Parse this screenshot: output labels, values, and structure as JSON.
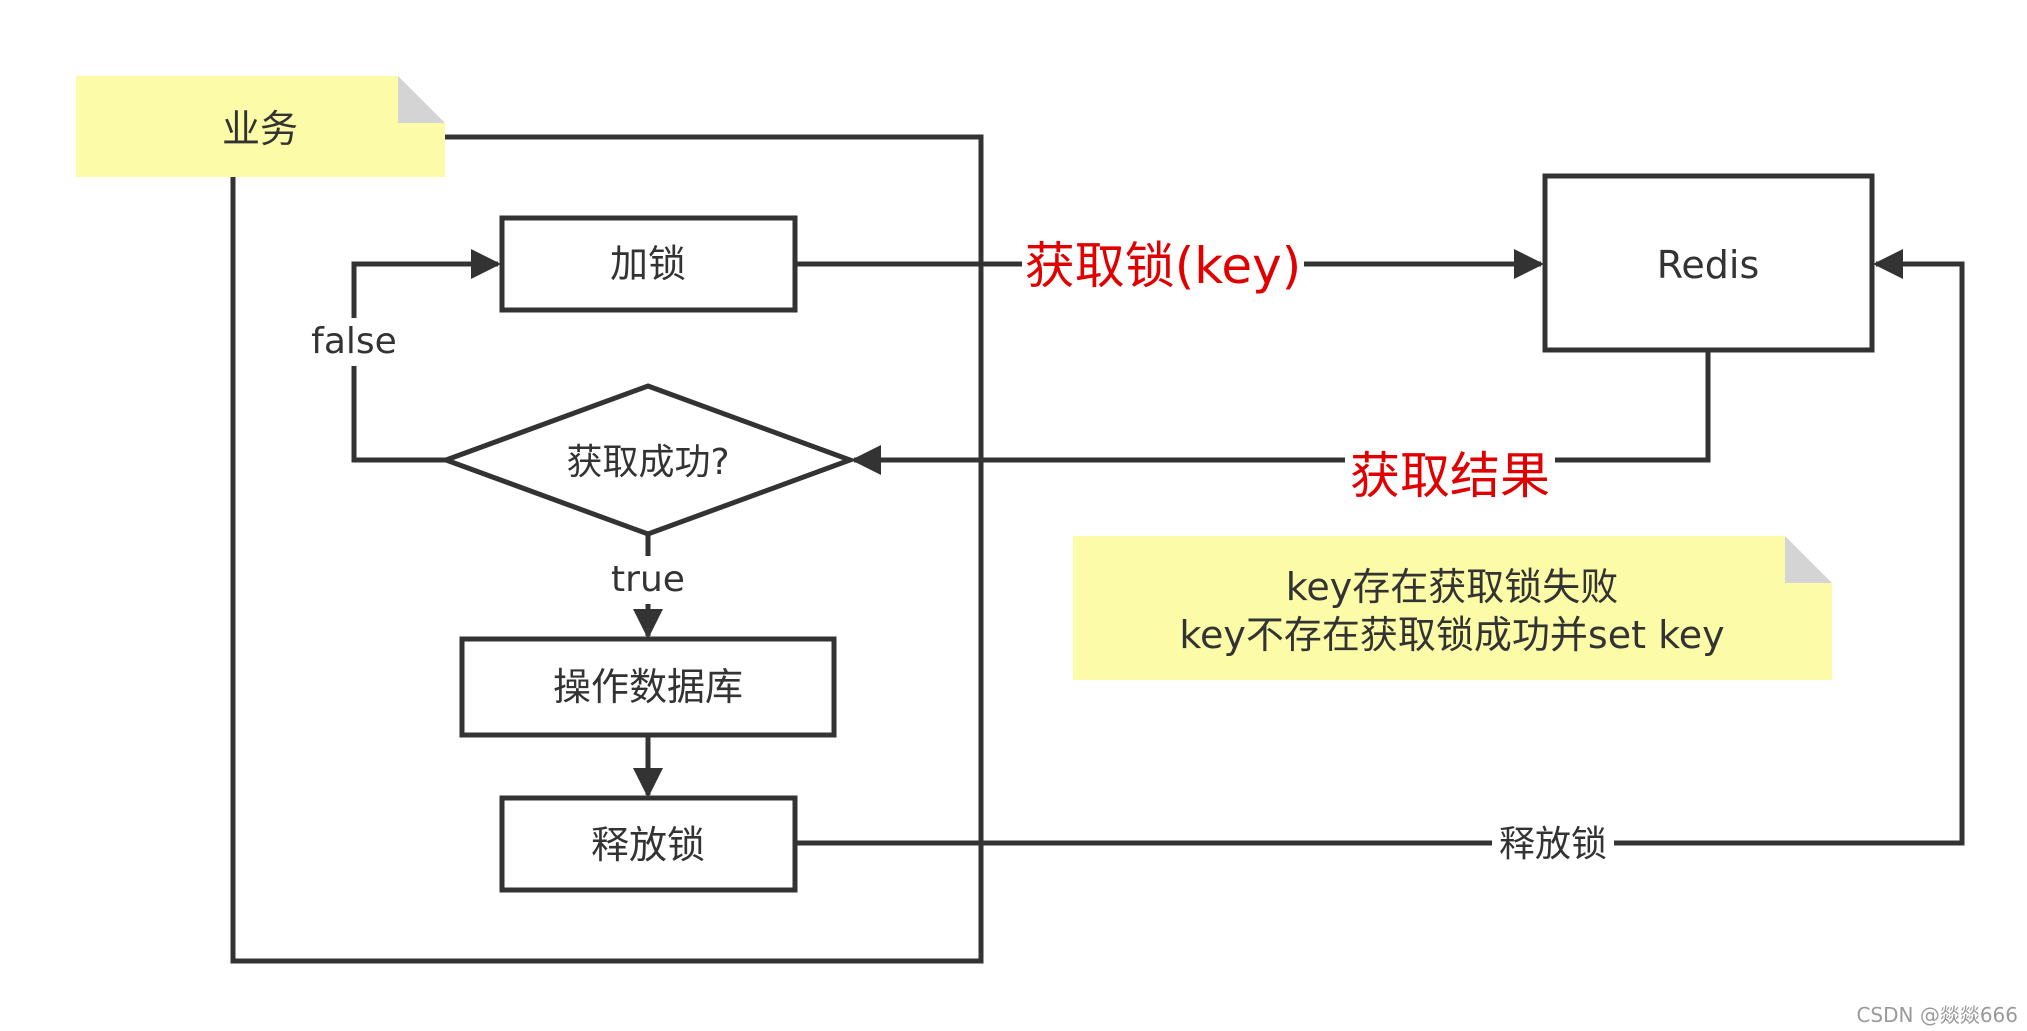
{
  "business_note": {
    "text": "业务",
    "color": "#fbfba8"
  },
  "nodes": {
    "lock": "加锁",
    "decision": "获取成功?",
    "db": "操作数据库",
    "release": "释放锁",
    "redis": "Redis"
  },
  "edge_labels": {
    "false": "false",
    "true": "true",
    "get_lock": "获取锁(key)",
    "get_result": "获取结果",
    "release": "释放锁"
  },
  "info_note": {
    "line1": "key存在获取锁失败",
    "line2": "key不存在获取锁成功并set key",
    "color": "#fbfba8"
  },
  "watermark": "CSDN @燚燚666",
  "colors": {
    "stroke": "#333333",
    "highlight": "#e00000",
    "text": "#333333"
  }
}
